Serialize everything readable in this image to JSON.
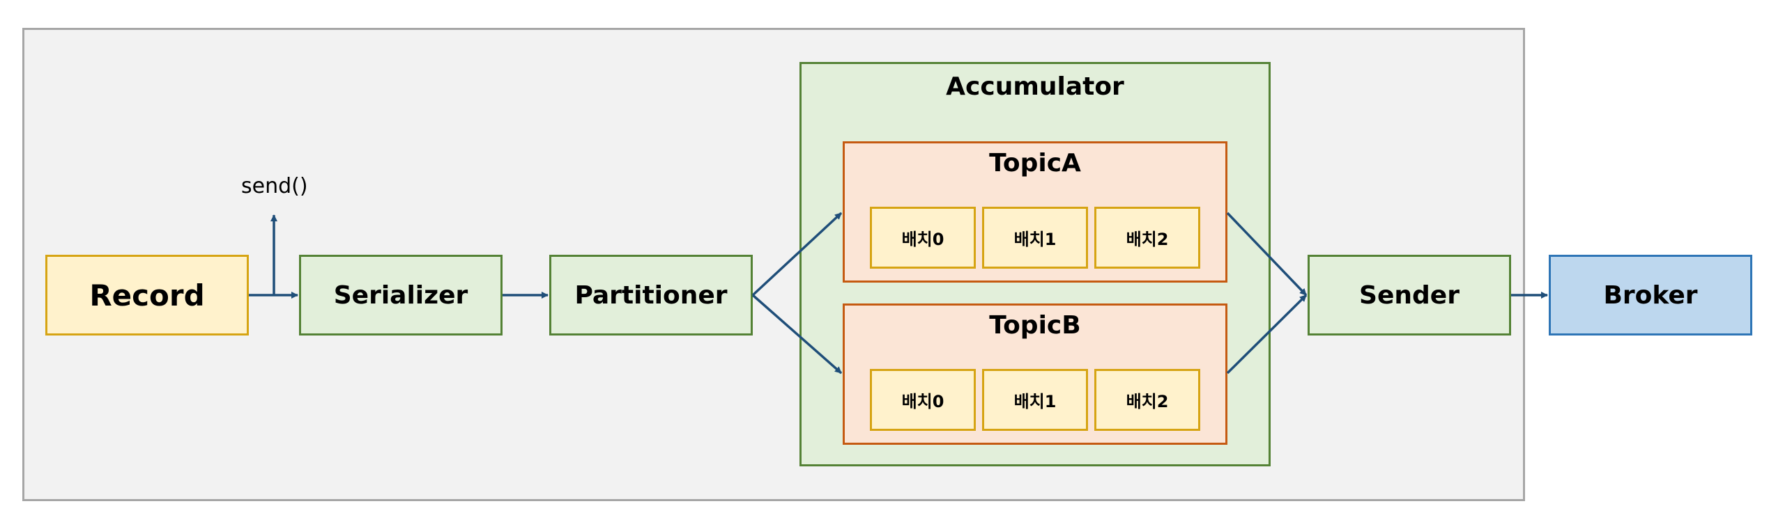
{
  "diagram": {
    "nodes": {
      "record": "Record",
      "serializer": "Serializer",
      "partitioner": "Partitioner",
      "sender": "Sender",
      "broker": "Broker"
    },
    "send_label": "send()",
    "accumulator": {
      "title": "Accumulator",
      "topics": [
        {
          "title": "TopicA",
          "batches": [
            "배치0",
            "배치1",
            "배치2"
          ]
        },
        {
          "title": "TopicB",
          "batches": [
            "배치0",
            "배치1",
            "배치2"
          ]
        }
      ]
    },
    "colors": {
      "frame_bg": "#f2f2f2",
      "record_fill": "#fff2cc",
      "stage_fill": "#e2efda",
      "topic_fill": "#fbe5d6",
      "broker_fill": "#bdd7ee",
      "arrow": "#1f4e79"
    }
  }
}
